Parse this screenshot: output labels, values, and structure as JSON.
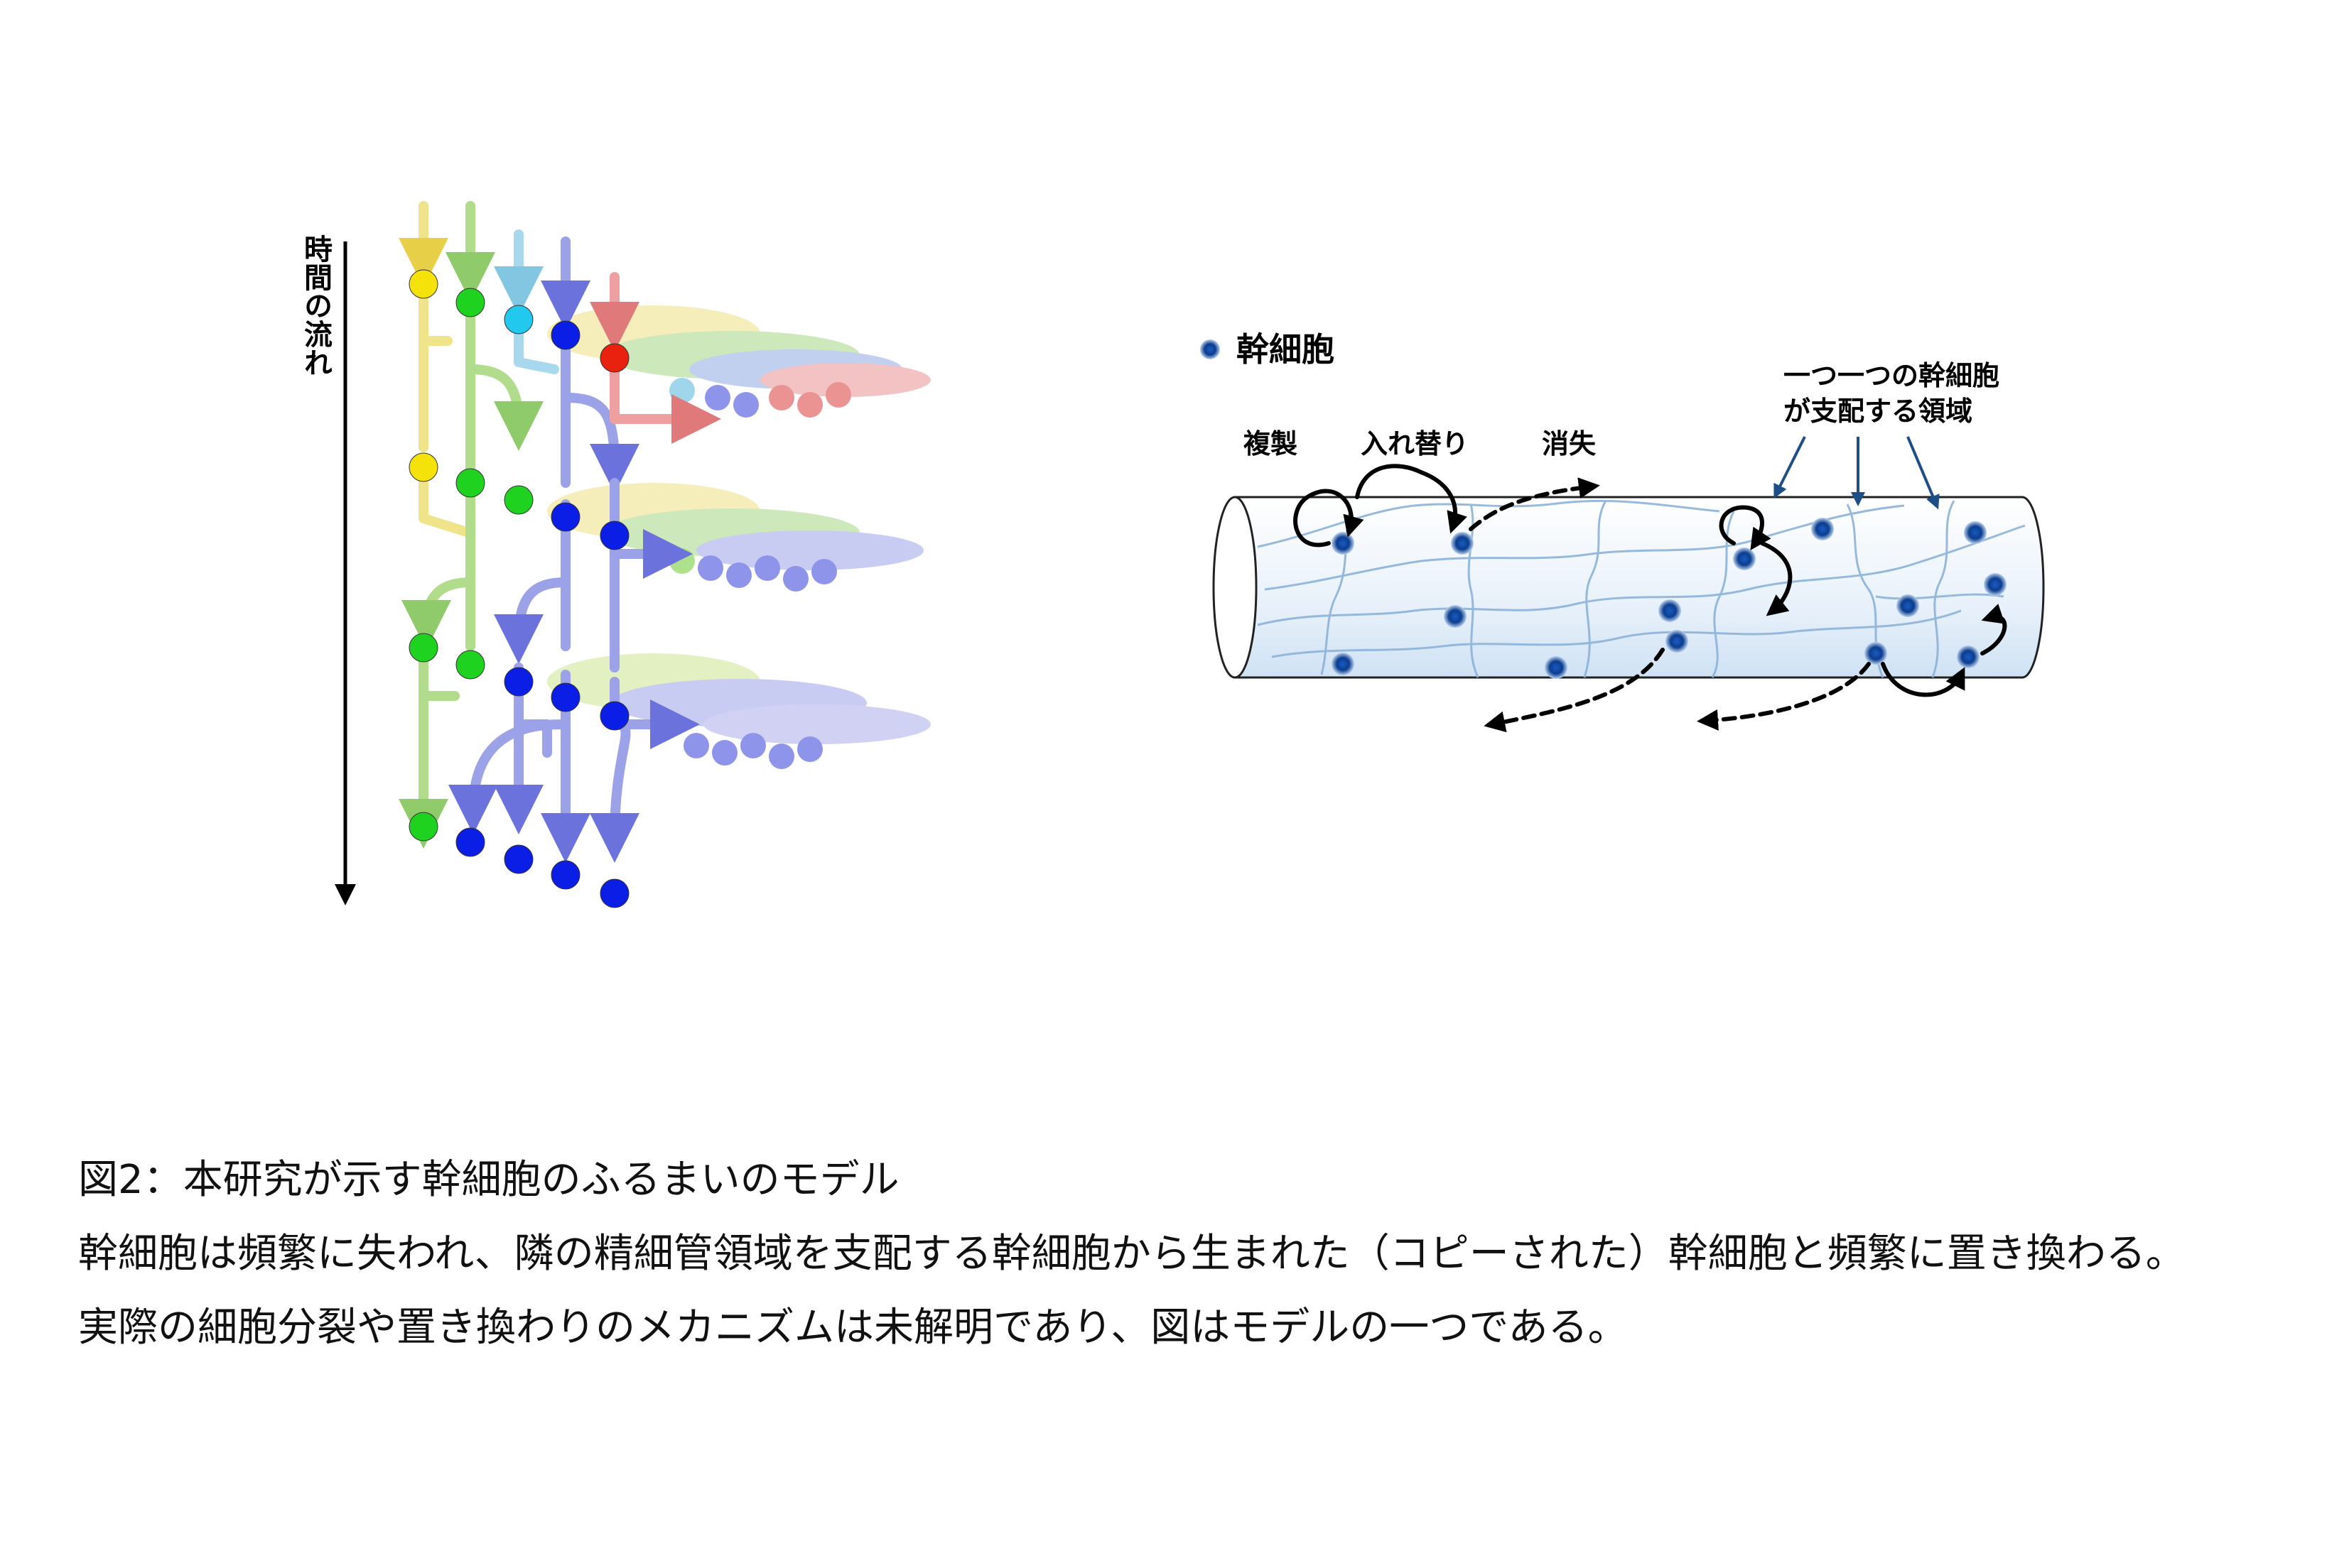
{
  "left_diagram": {
    "time_label": "時間の流れ"
  },
  "right_diagram": {
    "legend_label": "幹細胞",
    "label_duplication": "複製",
    "label_replacement": "入れ替り",
    "label_loss": "消失",
    "label_region_line1": "一つ一つの幹細胞",
    "label_region_line2": "が支配する領域"
  },
  "caption": {
    "line1": "図2：本研究が示す幹細胞のふるまいのモデル",
    "line2": "幹細胞は頻繁に失われ、隣の精細管領域を支配する幹細胞から生まれた（コピーされた）幹細胞と頻繁に置き換わる。",
    "line3": "実際の細胞分裂や置き換わりのメカニズムは未解明であり、図はモデルの一つである。"
  },
  "colors": {
    "yellow": "#f5e20a",
    "green": "#1fd21f",
    "cyan": "#22c8ee",
    "blue": "#0a1ee6",
    "red": "#e8220e",
    "lane_yellow": "#f5e9a0",
    "lane_green": "#bfe6a0",
    "lane_cyan": "#b8e0f0",
    "lane_blue": "#a8acec",
    "lane_red": "#f0a8a8",
    "tubule_fill": "#eaf3fb",
    "stem_dot": "#0b3d8f"
  }
}
